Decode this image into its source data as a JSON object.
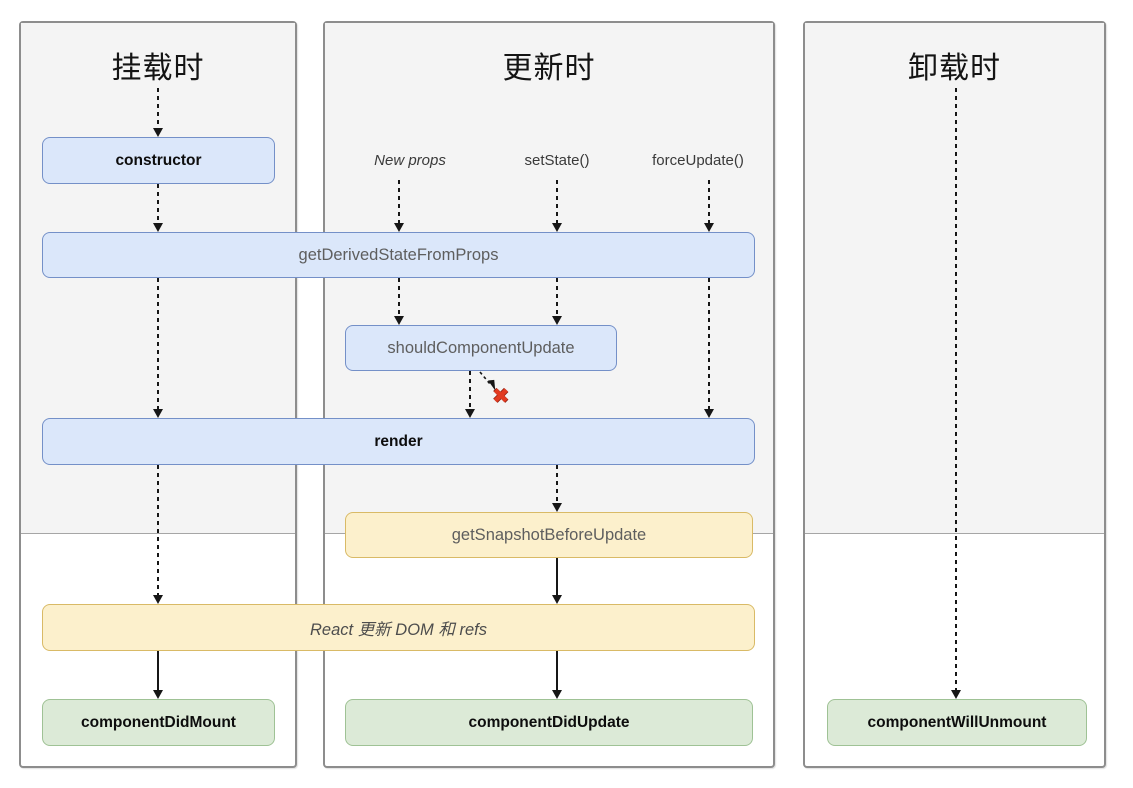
{
  "columns": {
    "mounting": {
      "title": "挂载时"
    },
    "updating": {
      "title": "更新时"
    },
    "unmounting": {
      "title": "卸载时"
    }
  },
  "triggers": {
    "new_props": "New props",
    "set_state": "setState()",
    "force_update": "forceUpdate()"
  },
  "methods": {
    "constructor": "constructor",
    "get_derived_state_from_props": "getDerivedStateFromProps",
    "should_component_update": "shouldComponentUpdate",
    "render": "render",
    "get_snapshot_before_update": "getSnapshotBeforeUpdate",
    "react_updates_dom": "React 更新 DOM 和 refs",
    "component_did_mount": "componentDidMount",
    "component_did_update": "componentDidUpdate",
    "component_will_unmount": "componentWillUnmount"
  },
  "icons": {
    "cancel_x": "✖"
  },
  "colors": {
    "method_fill": "#dbe7fa",
    "method_border": "#7490c8",
    "side_effect_fill": "#fcf0cc",
    "side_effect_border": "#d9ba66",
    "commit_fill": "#dcead7",
    "commit_border": "#9fc295",
    "render_phase_bg": "#f4f4f4",
    "panel_border": "#8d8d8d",
    "cancel_x": "#e23a20"
  }
}
